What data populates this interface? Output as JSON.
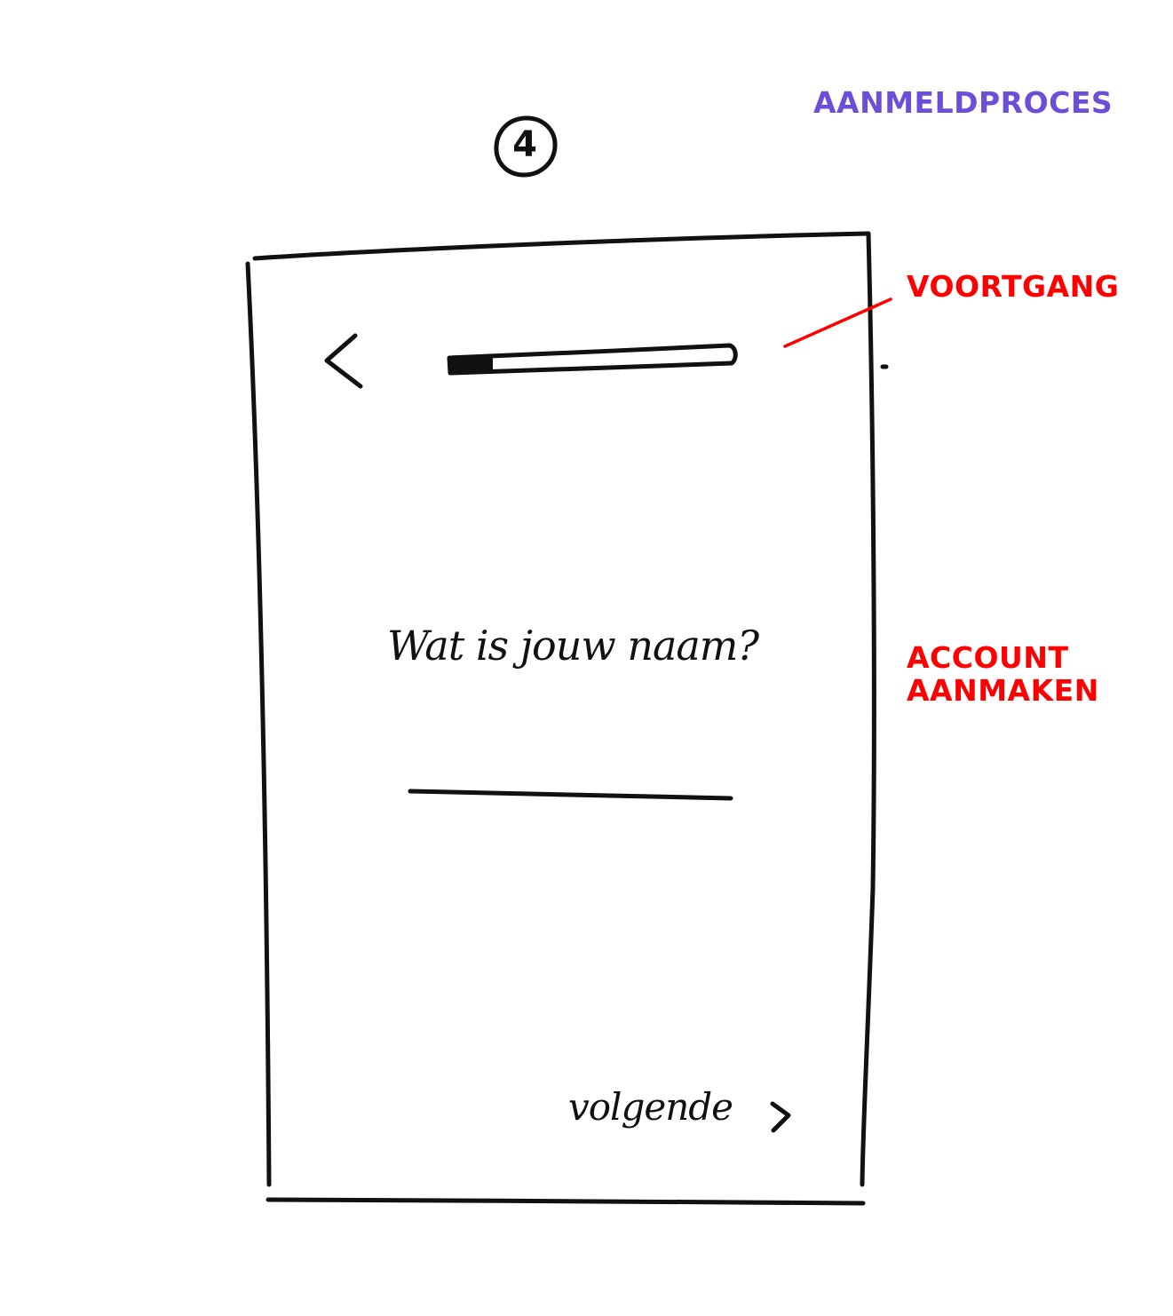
{
  "annotations": {
    "process": "AANMELDPROCES",
    "progress": "VOORTGANG",
    "account_line1": "ACCOUNT",
    "account_line2": "AANMAKEN"
  },
  "sketch": {
    "step_number": "4",
    "question": "Wat is jouw naam?",
    "next": "volgende",
    "progress_fraction": 0.15,
    "name_value": ""
  },
  "colors": {
    "process_label": "#6b4fd8",
    "annotation_red": "#ff0000",
    "ink": "#111111"
  },
  "icons": {
    "back": "chevron-left-icon",
    "next": "chevron-right-icon"
  }
}
